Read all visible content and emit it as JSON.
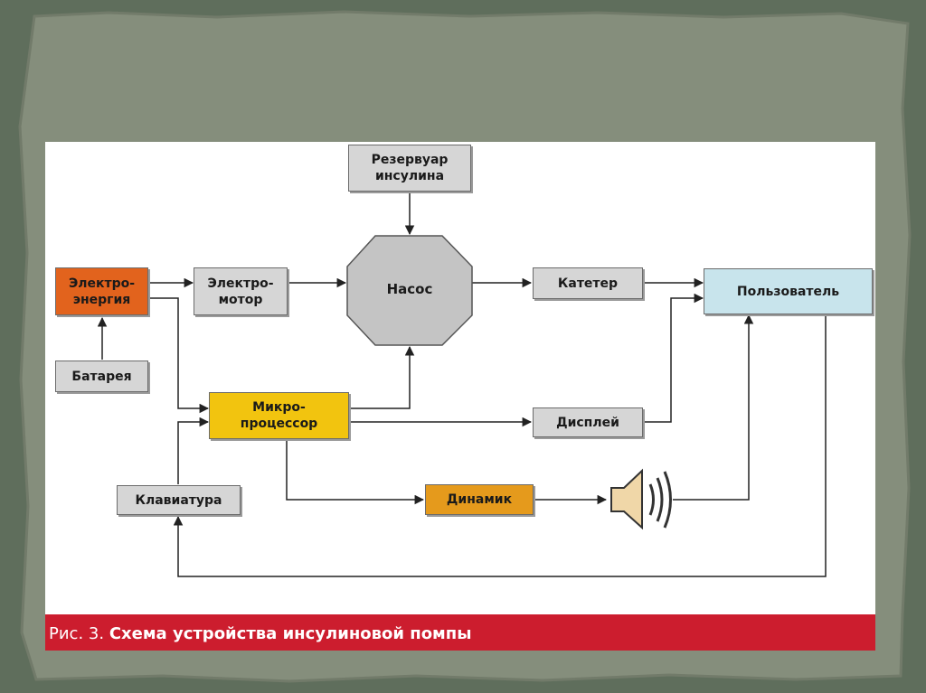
{
  "colors": {
    "slide_background": "#5f6e5c",
    "paper": "#858e7c",
    "caption_bar": "#cc1d2e",
    "box_gray": "#d6d6d6",
    "box_orange": "#e2631d",
    "box_yellow": "#f2c40f",
    "box_amber": "#e59a1c",
    "box_lightblue": "#c8e4ec"
  },
  "nodes": {
    "reservoir": "Резервуар\nинсулина",
    "pump": "Насос",
    "power": "Электро-\nэнергия",
    "motor": "Электро-\nмотор",
    "catheter": "Катетер",
    "user": "Пользователь",
    "battery": "Батарея",
    "microprocessor": "Микро-\nпроцессор",
    "display": "Дисплей",
    "keyboard": "Клавиатура",
    "speaker": "Динамик"
  },
  "icons": {
    "speaker": "speaker-sound-icon"
  },
  "caption": {
    "prefix": "Рис. 3.",
    "title": "Схема устройства инсулиновой помпы"
  }
}
